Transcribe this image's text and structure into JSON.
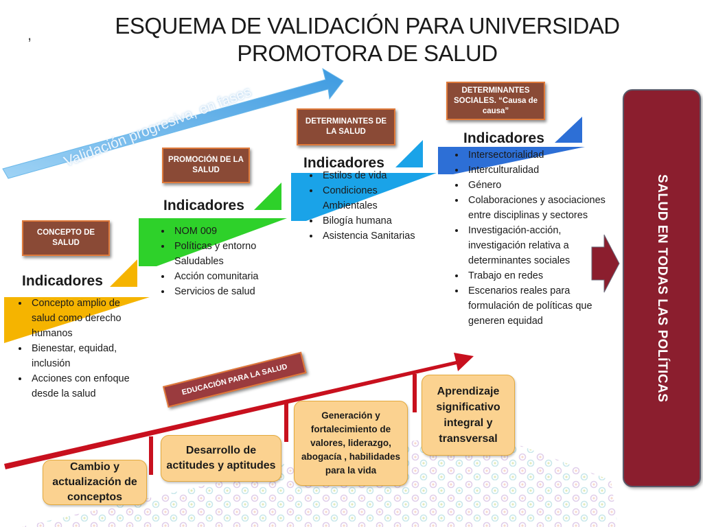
{
  "title": "ESQUEMA DE VALIDACIÓN PARA UNIVERSIDAD  PROMOTORA DE SALUD",
  "phase_arrow_label": "Validación progresiva, en fases",
  "stages": [
    {
      "box_label": "CONCEPTO DE SALUD",
      "indicators_heading": "Indicadores",
      "items": [
        "Concepto amplio de salud como derecho humanos",
        "Bienestar, equidad, inclusión",
        "Acciones con enfoque desde la salud"
      ]
    },
    {
      "box_label": "PROMOCIÓN DE LA SALUD",
      "indicators_heading": "Indicadores",
      "items": [
        "NOM 009",
        "Políticas y entorno Saludables",
        "Acción comunitaria",
        "Servicios de salud"
      ]
    },
    {
      "box_label": "DETERMINANTES DE LA SALUD",
      "indicators_heading": "Indicadores",
      "items": [
        "Estilos de vida",
        "Condiciones Ambientales",
        "Bilogía humana",
        "Asistencia Sanitarias"
      ]
    },
    {
      "box_label": "DETERMINANTES SOCIALES. “Causa de causa”",
      "indicators_heading": "Indicadores",
      "items": [
        "Intersectorialidad",
        "Interculturalidad",
        "Género",
        "Colaboraciones y asociaciones entre disciplinas y sectores",
        "Investigación-acción, investigación relativa a determinantes sociales",
        "Trabajo en redes",
        "Escenarios reales para formulación de políticas que generen equidad"
      ]
    }
  ],
  "final_box": "SALUD EN TODAS LAS POLÍTICAS",
  "education": {
    "label": "EDUCACIÓN PARA LA SALUD",
    "steps": [
      "Cambio y actualización de conceptos",
      "Desarrollo de actitudes y aptitudes",
      "Generación y fortalecimiento de valores, liderazgo, abogacía , habilidades para la vida",
      "Aprendizaje significativo integral y transversal"
    ]
  },
  "colors": {
    "stage1": "#f5b400",
    "stage2": "#2ed12a",
    "stage3": "#1aa3e8",
    "stage4": "#2d6fd6",
    "final": "#8b1e2e",
    "education_arrow": "#c8101e"
  }
}
